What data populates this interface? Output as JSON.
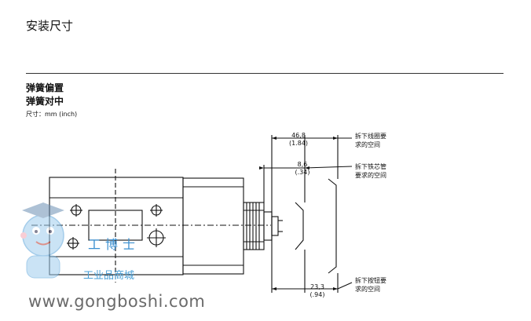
{
  "page": {
    "title": "安装尺寸",
    "subtitle_1": "弹簧偏置",
    "subtitle_2": "弹簧对中",
    "units": "尺寸：mm (inch)"
  },
  "dimensions": {
    "coil_length_mm": "46,8",
    "coil_length_in": "(1.84)",
    "core_tube_mm": "8,6",
    "core_tube_in": "(.34)",
    "button_mm": "23,3",
    "button_in": "(.94)"
  },
  "notes": {
    "coil_line1": "拆下线圈要",
    "coil_line2": "求的空间",
    "core_line1": "拆下铁芯管",
    "core_line2": "要求的空间",
    "button_line1": "拆下按钮要",
    "button_line2": "求的空间"
  },
  "watermark": {
    "site": "www.gongboshi.com",
    "shop": "工业品商城",
    "brand": "工博士"
  },
  "colors": {
    "line": "#111111",
    "watermark_blue": "#3a8fd0",
    "watermark_gray": "#6a6a6a"
  }
}
